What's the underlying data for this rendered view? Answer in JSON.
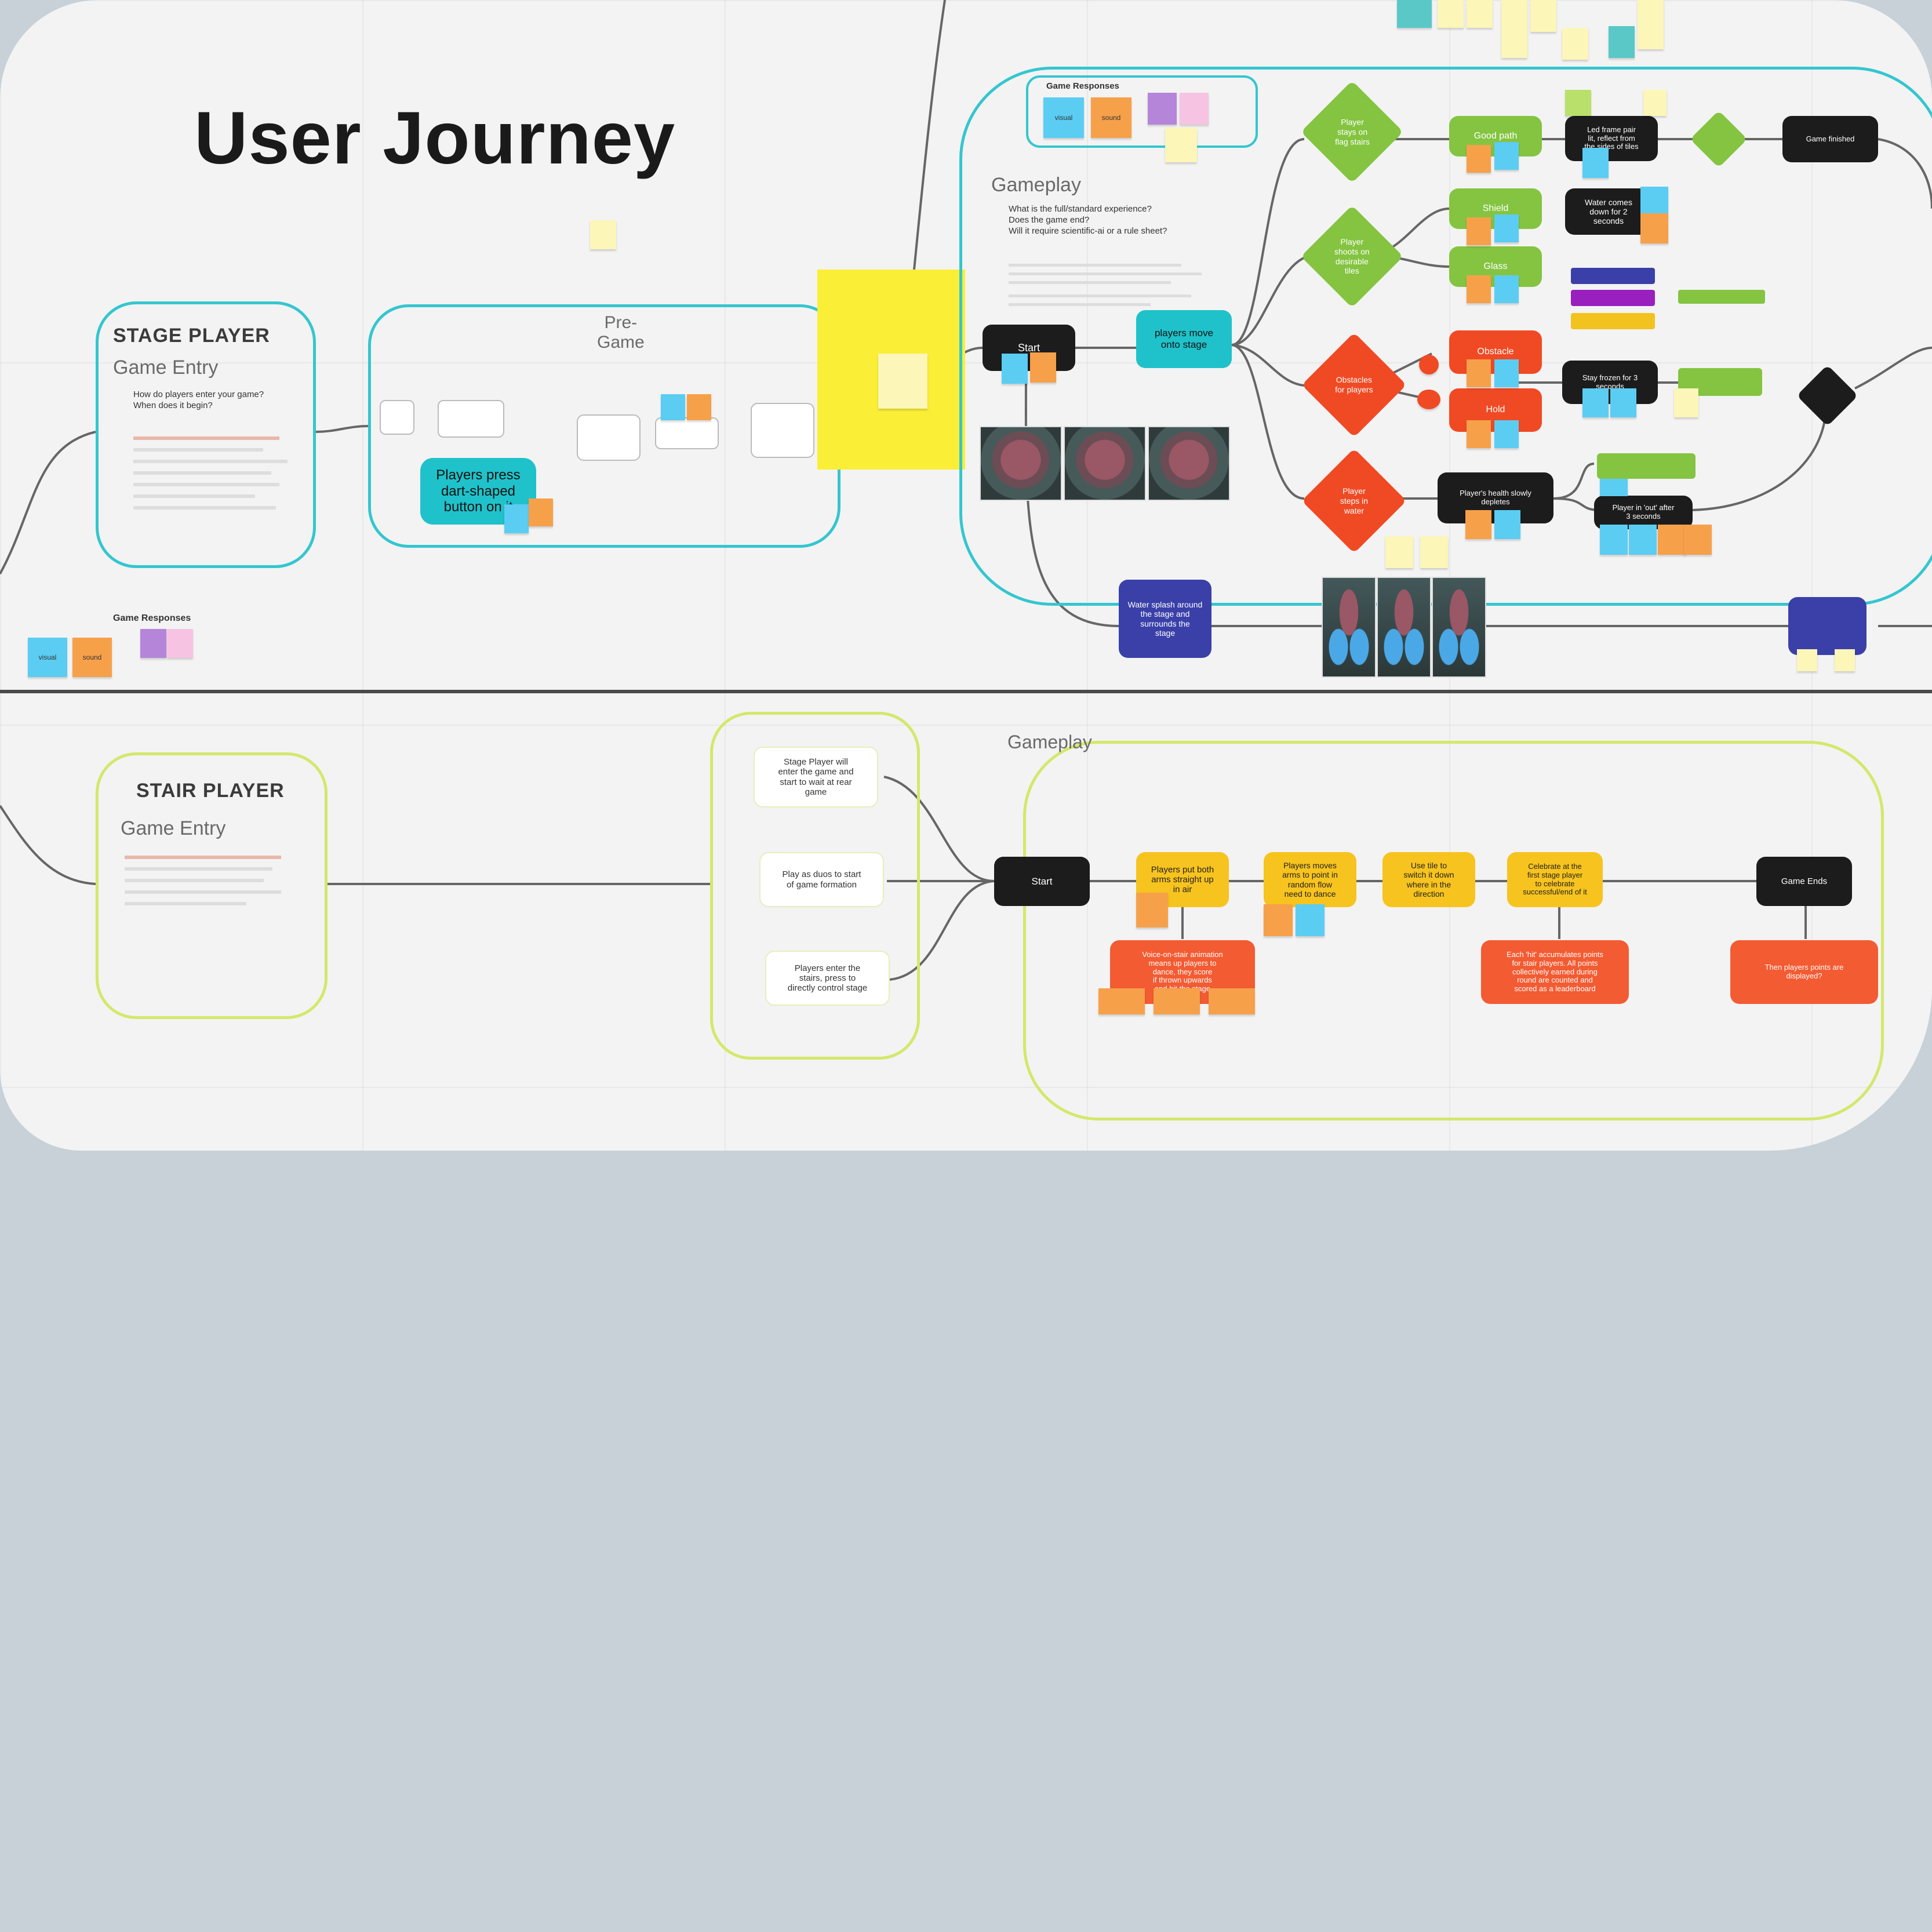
{
  "board": {
    "title": "User Journey"
  },
  "stage": {
    "heading": "STAGE PLAYER",
    "entry_sub": "Game Entry",
    "entry_question": "How do players enter your game?\nWhen does it begin?",
    "pregame_label": "Pre-\nGame",
    "pregame_button": "Players press\ndart-shaped\nbutton on it",
    "gameplay_label": "Gameplay",
    "gameplay_questions": "What is the full/standard experience?\nDoes the game end?\nWill it require scientific-ai or a rule sheet?",
    "game_responses_top": "Game Responses",
    "game_responses_bottom": "Game Responses",
    "resp_visual": "visual",
    "resp_sound": "sound",
    "start_node": "Start",
    "teal_node": "players move\nonto stage",
    "diamond_green_1": "Player\nstays on\nflag stairs",
    "diamond_green_2": "Player\nshoots on\ndesirable\ntiles",
    "diamond_red_1": "Obstacles\nfor players",
    "diamond_red_2": "Player\nsteps in\nwater",
    "green_box_1": "Good path",
    "green_box_2": "Shield",
    "green_box_3": "Glass",
    "red_box_1": "Obstacle",
    "red_box_2": "Hold",
    "black_box_1": "Led frame pair\nlit, reflect from\nthe sides of tiles",
    "black_box_2": "Water comes\ndown for 2\nseconds",
    "black_box_3": "Stay frozen for 3\nseconds",
    "black_box_4": "Player's health slowly\ndepletes",
    "black_box_5": "Player in 'out' after\n3 seconds",
    "final_black": "Game finished",
    "navy_box": "Water splash around\nthe stage and\nsurrounds the\nstage"
  },
  "stair": {
    "heading": "STAIR PLAYER",
    "entry_sub": "Game Entry",
    "option_1": "Stage Player will\nenter the game and\nstart to wait at rear\ngame",
    "option_2": "Play as duos to start\nof game formation",
    "option_3": "Players enter the\nstairs, press to\ndirectly control stage",
    "gameplay_label": "Gameplay",
    "start_node": "Start",
    "end_node": "Game Ends",
    "step_1": "Players put both\narms straight up\nin air",
    "step_2": "Players moves\narms to point in\nrandom flow\nneed to dance",
    "step_3": "Use tile to\nswitch it down\nwhere in the\ndirection",
    "step_4": "Celebrate at the\nfirst stage player\nto celebrate\nsuccessful/end of it",
    "coral_1": "Voice-on-stair animation\nmeans up players to\ndance, they score\nif thrown upwards\nand hit the stage",
    "coral_2": "Each 'hit' accumulates points\nfor stair players. All points\ncollectively earned during\nround are counted and\nscored as a leaderboard",
    "coral_3": "Then players points are\ndisplayed?"
  },
  "colors": {
    "teal_frame": "#34c6cf",
    "lime_frame": "#d3e86a",
    "green": "#84c441",
    "red": "#f04a24",
    "yellow": "#f7c31e",
    "coral": "#f35b32",
    "black": "#1c1c1c",
    "navy": "#3a40a8",
    "background": "#c7d1d7"
  }
}
